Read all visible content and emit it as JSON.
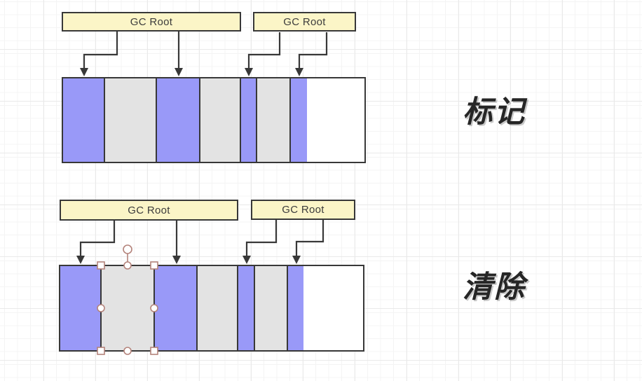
{
  "app": {
    "canvas_type": "diagram-grid-canvas"
  },
  "colors": {
    "stroke": "#383838",
    "gc_root_fill": "#fbf5c7",
    "live_segment": "#9999f8",
    "garbage_segment": "#e3e3e3",
    "free_segment": "#ffffff",
    "selection_handle": "#b4837b",
    "grid_minor": "#f4f4f4",
    "grid_major": "#e9e9e9"
  },
  "diagram": {
    "phases": [
      {
        "id": "mark",
        "label": "标记",
        "roots": [
          {
            "label": "GC Root"
          },
          {
            "label": "GC Root"
          }
        ],
        "heap_segments": [
          {
            "state": "live",
            "width": 60
          },
          {
            "state": "dead",
            "width": 76
          },
          {
            "state": "live",
            "width": 64
          },
          {
            "state": "dead",
            "width": 60
          },
          {
            "state": "live",
            "width": 25
          },
          {
            "state": "dead",
            "width": 50
          },
          {
            "state": "live",
            "width": 27
          },
          {
            "state": "free",
            "width": 0
          }
        ]
      },
      {
        "id": "sweep",
        "label": "清除",
        "roots": [
          {
            "label": "GC Root"
          },
          {
            "label": "GC Root"
          }
        ],
        "heap_segments": [
          {
            "state": "live",
            "width": 59
          },
          {
            "state": "dead",
            "width": 78,
            "selected": true
          },
          {
            "state": "live",
            "width": 63
          },
          {
            "state": "dead",
            "width": 60
          },
          {
            "state": "live",
            "width": 26
          },
          {
            "state": "dead",
            "width": 49
          },
          {
            "state": "live",
            "width": 26
          },
          {
            "state": "free",
            "width": 0
          }
        ]
      }
    ]
  }
}
